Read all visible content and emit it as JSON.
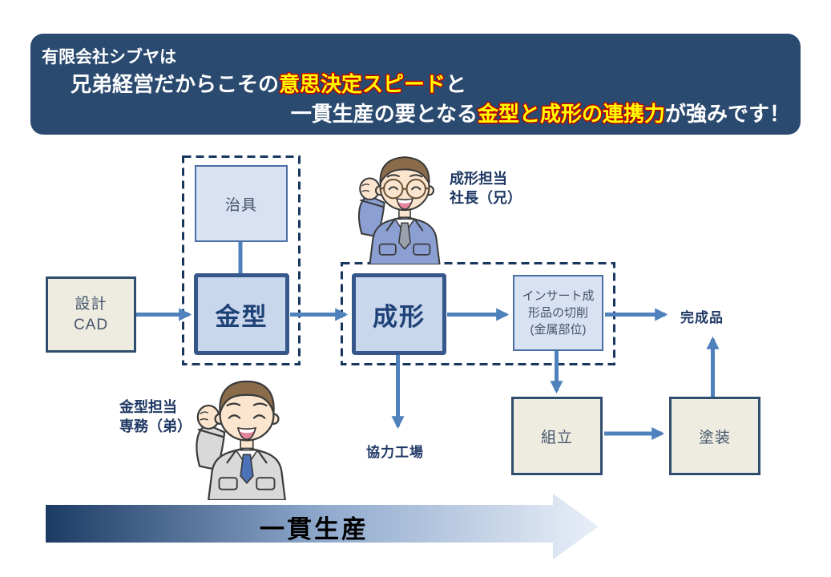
{
  "banner": {
    "line1": "有限会社シブヤは",
    "line2": {
      "pre": "兄弟経営だからこその",
      "highlight": "意思決定スピード",
      "post": "と"
    },
    "line3": {
      "pre": "一貫生産の要となる",
      "highlight": "金型と成形の連携力",
      "post": "が強みです！"
    }
  },
  "diagram": {
    "jig": "治具",
    "mold": "金型",
    "design": {
      "line1": "設計",
      "line2": "CAD"
    },
    "molding": "成形",
    "insert": {
      "line1": "インサート成",
      "line2": "形品の切削",
      "line3": "(金属部位)"
    },
    "finished_goods": "完成品",
    "partner_factory": "協力工場",
    "assembly": "組立",
    "painting": "塗装"
  },
  "people": {
    "president": {
      "role": "成形担当",
      "title": "社長（兄）"
    },
    "director": {
      "role": "金型担当",
      "title": "専務（弟）"
    }
  },
  "bottom_arrow": {
    "label": "一貫生産"
  },
  "colors": {
    "banner_bg": "#2B4A70",
    "banner_text": "#FFFFFF",
    "highlight_fill": "#FFFF00",
    "highlight_outline": "#C00000",
    "arrow": "#4F81BD",
    "dashed_border": "#17375E",
    "box_blue_fill": "#C9D7EC",
    "box_blue_light_fill": "#D9E2F3",
    "box_blue_border": "#35578A",
    "box_blue_light_border": "#4A6FA5",
    "box_beige_fill": "#EEECE1",
    "box_beige_border": "#2F4D6E",
    "label_navy": "#1F3864",
    "box_text": "#44546A",
    "gradient_start": "#1C3B64",
    "gradient_end": "#E9EFF8"
  }
}
